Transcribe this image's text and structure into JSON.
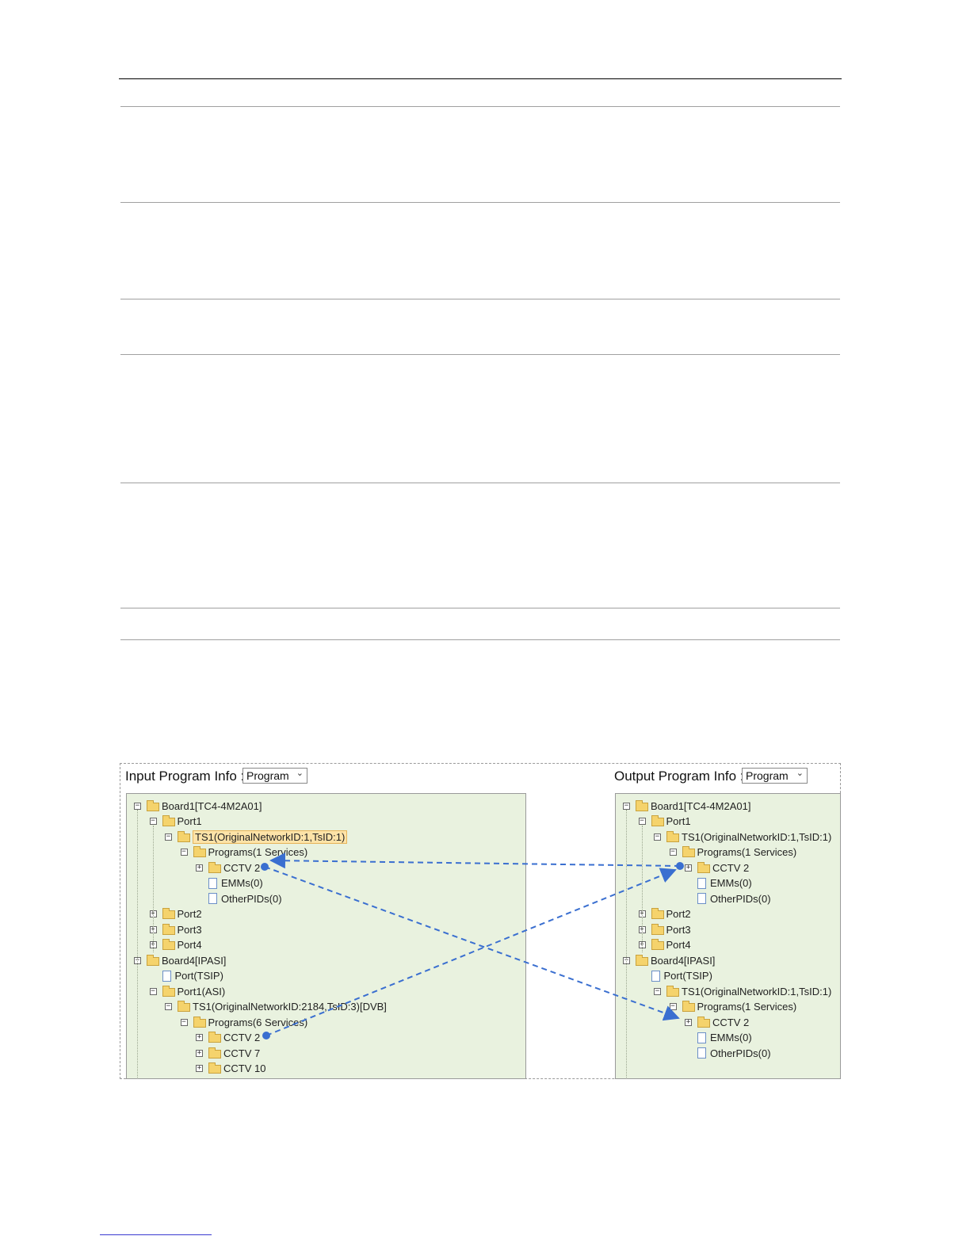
{
  "input_panel": {
    "title": "Input Program Info :",
    "select_value": "Program",
    "tree": [
      {
        "label": "Board1[TC4-4M2A01]",
        "toggle": "−",
        "icon": "folder-icon"
      },
      {
        "label": "Port1",
        "toggle": "−",
        "icon": "folder-icon"
      },
      {
        "label": "TS1(OriginalNetworkID:1,TsID:1)",
        "toggle": "−",
        "icon": "folder-icon",
        "selected": true
      },
      {
        "label": "Programs(1 Services)",
        "toggle": "−",
        "icon": "folder-icon"
      },
      {
        "label": "CCTV 2",
        "toggle": "+",
        "icon": "folder-icon"
      },
      {
        "label": "EMMs(0)",
        "toggle": "",
        "icon": "file-icon"
      },
      {
        "label": "OtherPIDs(0)",
        "toggle": "",
        "icon": "file-icon"
      },
      {
        "label": "Port2",
        "toggle": "+",
        "icon": "folder-icon"
      },
      {
        "label": "Port3",
        "toggle": "+",
        "icon": "folder-icon"
      },
      {
        "label": "Port4",
        "toggle": "+",
        "icon": "folder-icon"
      },
      {
        "label": "Board4[IPASI]",
        "toggle": "−",
        "icon": "folder-icon"
      },
      {
        "label": "Port(TSIP)",
        "toggle": "",
        "icon": "file-icon"
      },
      {
        "label": "Port1(ASI)",
        "toggle": "−",
        "icon": "folder-icon"
      },
      {
        "label": "TS1(OriginalNetworkID:2184,TsID:3)[DVB]",
        "toggle": "−",
        "icon": "folder-icon"
      },
      {
        "label": "Programs(6 Services)",
        "toggle": "−",
        "icon": "folder-icon"
      },
      {
        "label": "CCTV 2",
        "toggle": "+",
        "icon": "folder-icon"
      },
      {
        "label": "CCTV 7",
        "toggle": "+",
        "icon": "folder-icon"
      },
      {
        "label": "CCTV 10",
        "toggle": "+",
        "icon": "folder-icon"
      }
    ]
  },
  "output_panel": {
    "title": "Output Program Info :",
    "select_value": "Program",
    "tree": [
      {
        "label": "Board1[TC4-4M2A01]",
        "toggle": "−",
        "icon": "folder-icon"
      },
      {
        "label": "Port1",
        "toggle": "−",
        "icon": "folder-icon"
      },
      {
        "label": "TS1(OriginalNetworkID:1,TsID:1)",
        "toggle": "−",
        "icon": "folder-icon"
      },
      {
        "label": "Programs(1 Services)",
        "toggle": "−",
        "icon": "folder-icon"
      },
      {
        "label": "CCTV 2",
        "toggle": "+",
        "icon": "folder-icon"
      },
      {
        "label": "EMMs(0)",
        "toggle": "",
        "icon": "file-icon"
      },
      {
        "label": "OtherPIDs(0)",
        "toggle": "",
        "icon": "file-icon"
      },
      {
        "label": "Port2",
        "toggle": "+",
        "icon": "folder-icon"
      },
      {
        "label": "Port3",
        "toggle": "+",
        "icon": "folder-icon"
      },
      {
        "label": "Port4",
        "toggle": "+",
        "icon": "folder-icon"
      },
      {
        "label": "Board4[IPASI]",
        "toggle": "−",
        "icon": "folder-icon"
      },
      {
        "label": "Port(TSIP)",
        "toggle": "",
        "icon": "file-icon"
      },
      {
        "label": "TS1(OriginalNetworkID:1,TsID:1)",
        "toggle": "−",
        "icon": "folder-icon"
      },
      {
        "label": "Programs(1 Services)",
        "toggle": "−",
        "icon": "folder-icon"
      },
      {
        "label": "CCTV 2",
        "toggle": "+",
        "icon": "folder-icon"
      },
      {
        "label": "EMMs(0)",
        "toggle": "",
        "icon": "file-icon"
      },
      {
        "label": "OtherPIDs(0)",
        "toggle": "",
        "icon": "file-icon"
      }
    ]
  },
  "colors": {
    "tree_bg": "#e9f2df",
    "arrow": "#3a6fd0",
    "selected_bg": "#fde3a8"
  }
}
